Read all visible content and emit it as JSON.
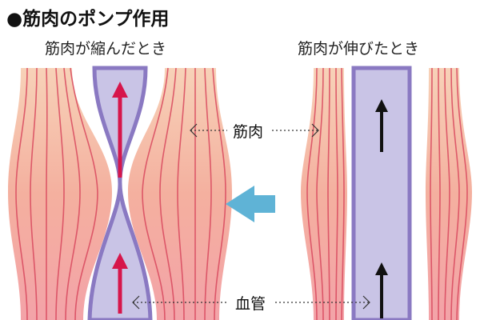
{
  "title": "●筋肉のポンプ作用",
  "panels": {
    "left": {
      "caption": "筋肉が縮んだとき"
    },
    "right": {
      "caption": "筋肉が伸びたとき"
    }
  },
  "labels": {
    "muscle": "筋肉",
    "vessel": "血管"
  },
  "colors": {
    "muscle_fill_light": "#f8c9ae",
    "muscle_fill_mid": "#f2a49c",
    "muscle_stripe": "#d9485e",
    "vessel_fill": "#c9c4e6",
    "vessel_stroke": "#8a79c2",
    "flow_arrow_red": "#d6164b",
    "flow_arrow_dark": "#111111",
    "transition_arrow": "#5fb3d6"
  }
}
